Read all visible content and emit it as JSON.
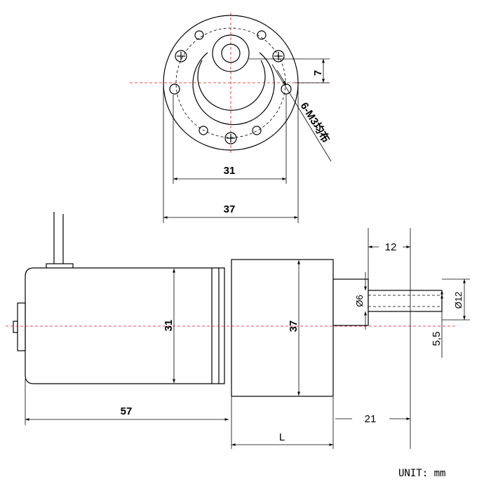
{
  "front_view": {
    "dim_bolt_spacing": "31",
    "dim_body_diameter": "37",
    "dim_shaft_offset": "7",
    "hole_note": "6-M3均布"
  },
  "side_view": {
    "dim_motor_length": "57",
    "dim_motor_diameter": "31",
    "dim_gearbox_diameter": "37",
    "dim_gearbox_length": "L",
    "dim_shaft_length": "12",
    "dim_shaft_total": "21",
    "dim_shaft_diameter": "Ø6",
    "dim_hub_diameter": "Ø12",
    "dim_flat": "5,5"
  },
  "unit_label": "UNIT: mm",
  "colors": {
    "outline": "#000000",
    "centerline": "#e0191e"
  }
}
